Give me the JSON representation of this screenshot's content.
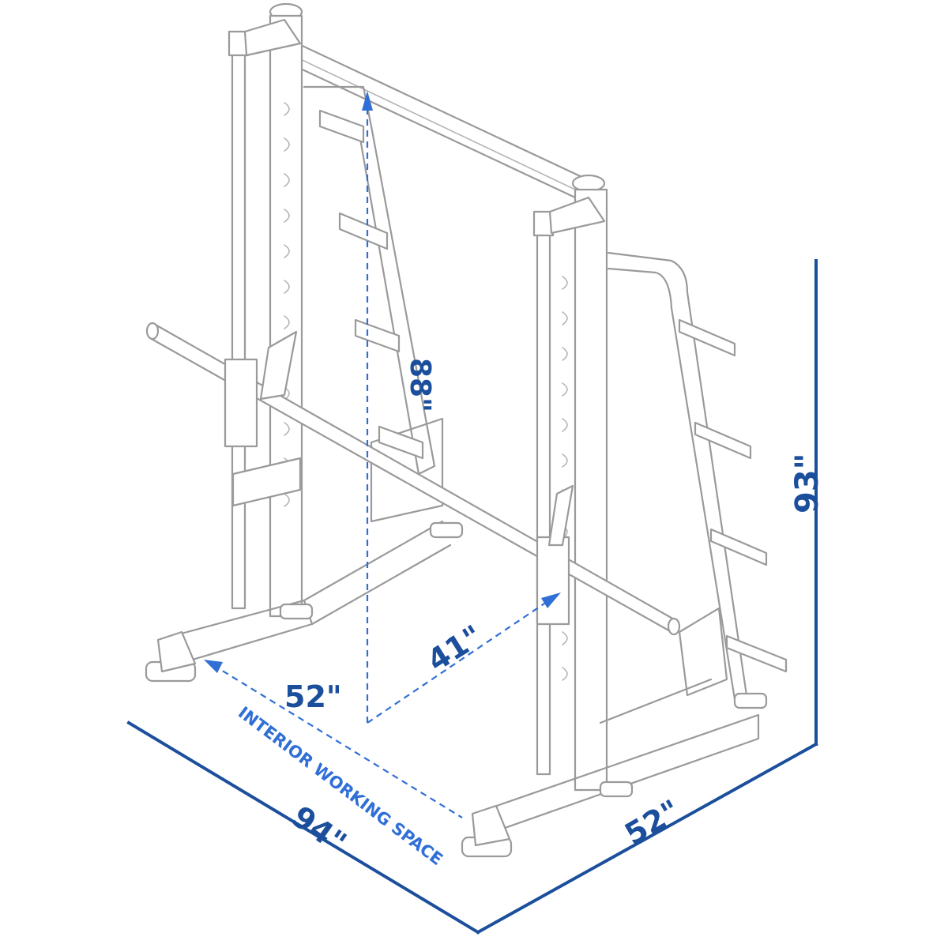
{
  "diagram": {
    "outer_dimensions": {
      "width": "94\"",
      "depth": "52\"",
      "height": "93\""
    },
    "interior_dimensions": {
      "width": "52\"",
      "depth": "41\"",
      "height": "88\"",
      "caption": "INTERIOR WORKING SPACE"
    },
    "colors": {
      "outer_dim": "#1b4f9c",
      "inner_dim": "#2f6fd6",
      "frame": "#9a9a9a"
    }
  }
}
